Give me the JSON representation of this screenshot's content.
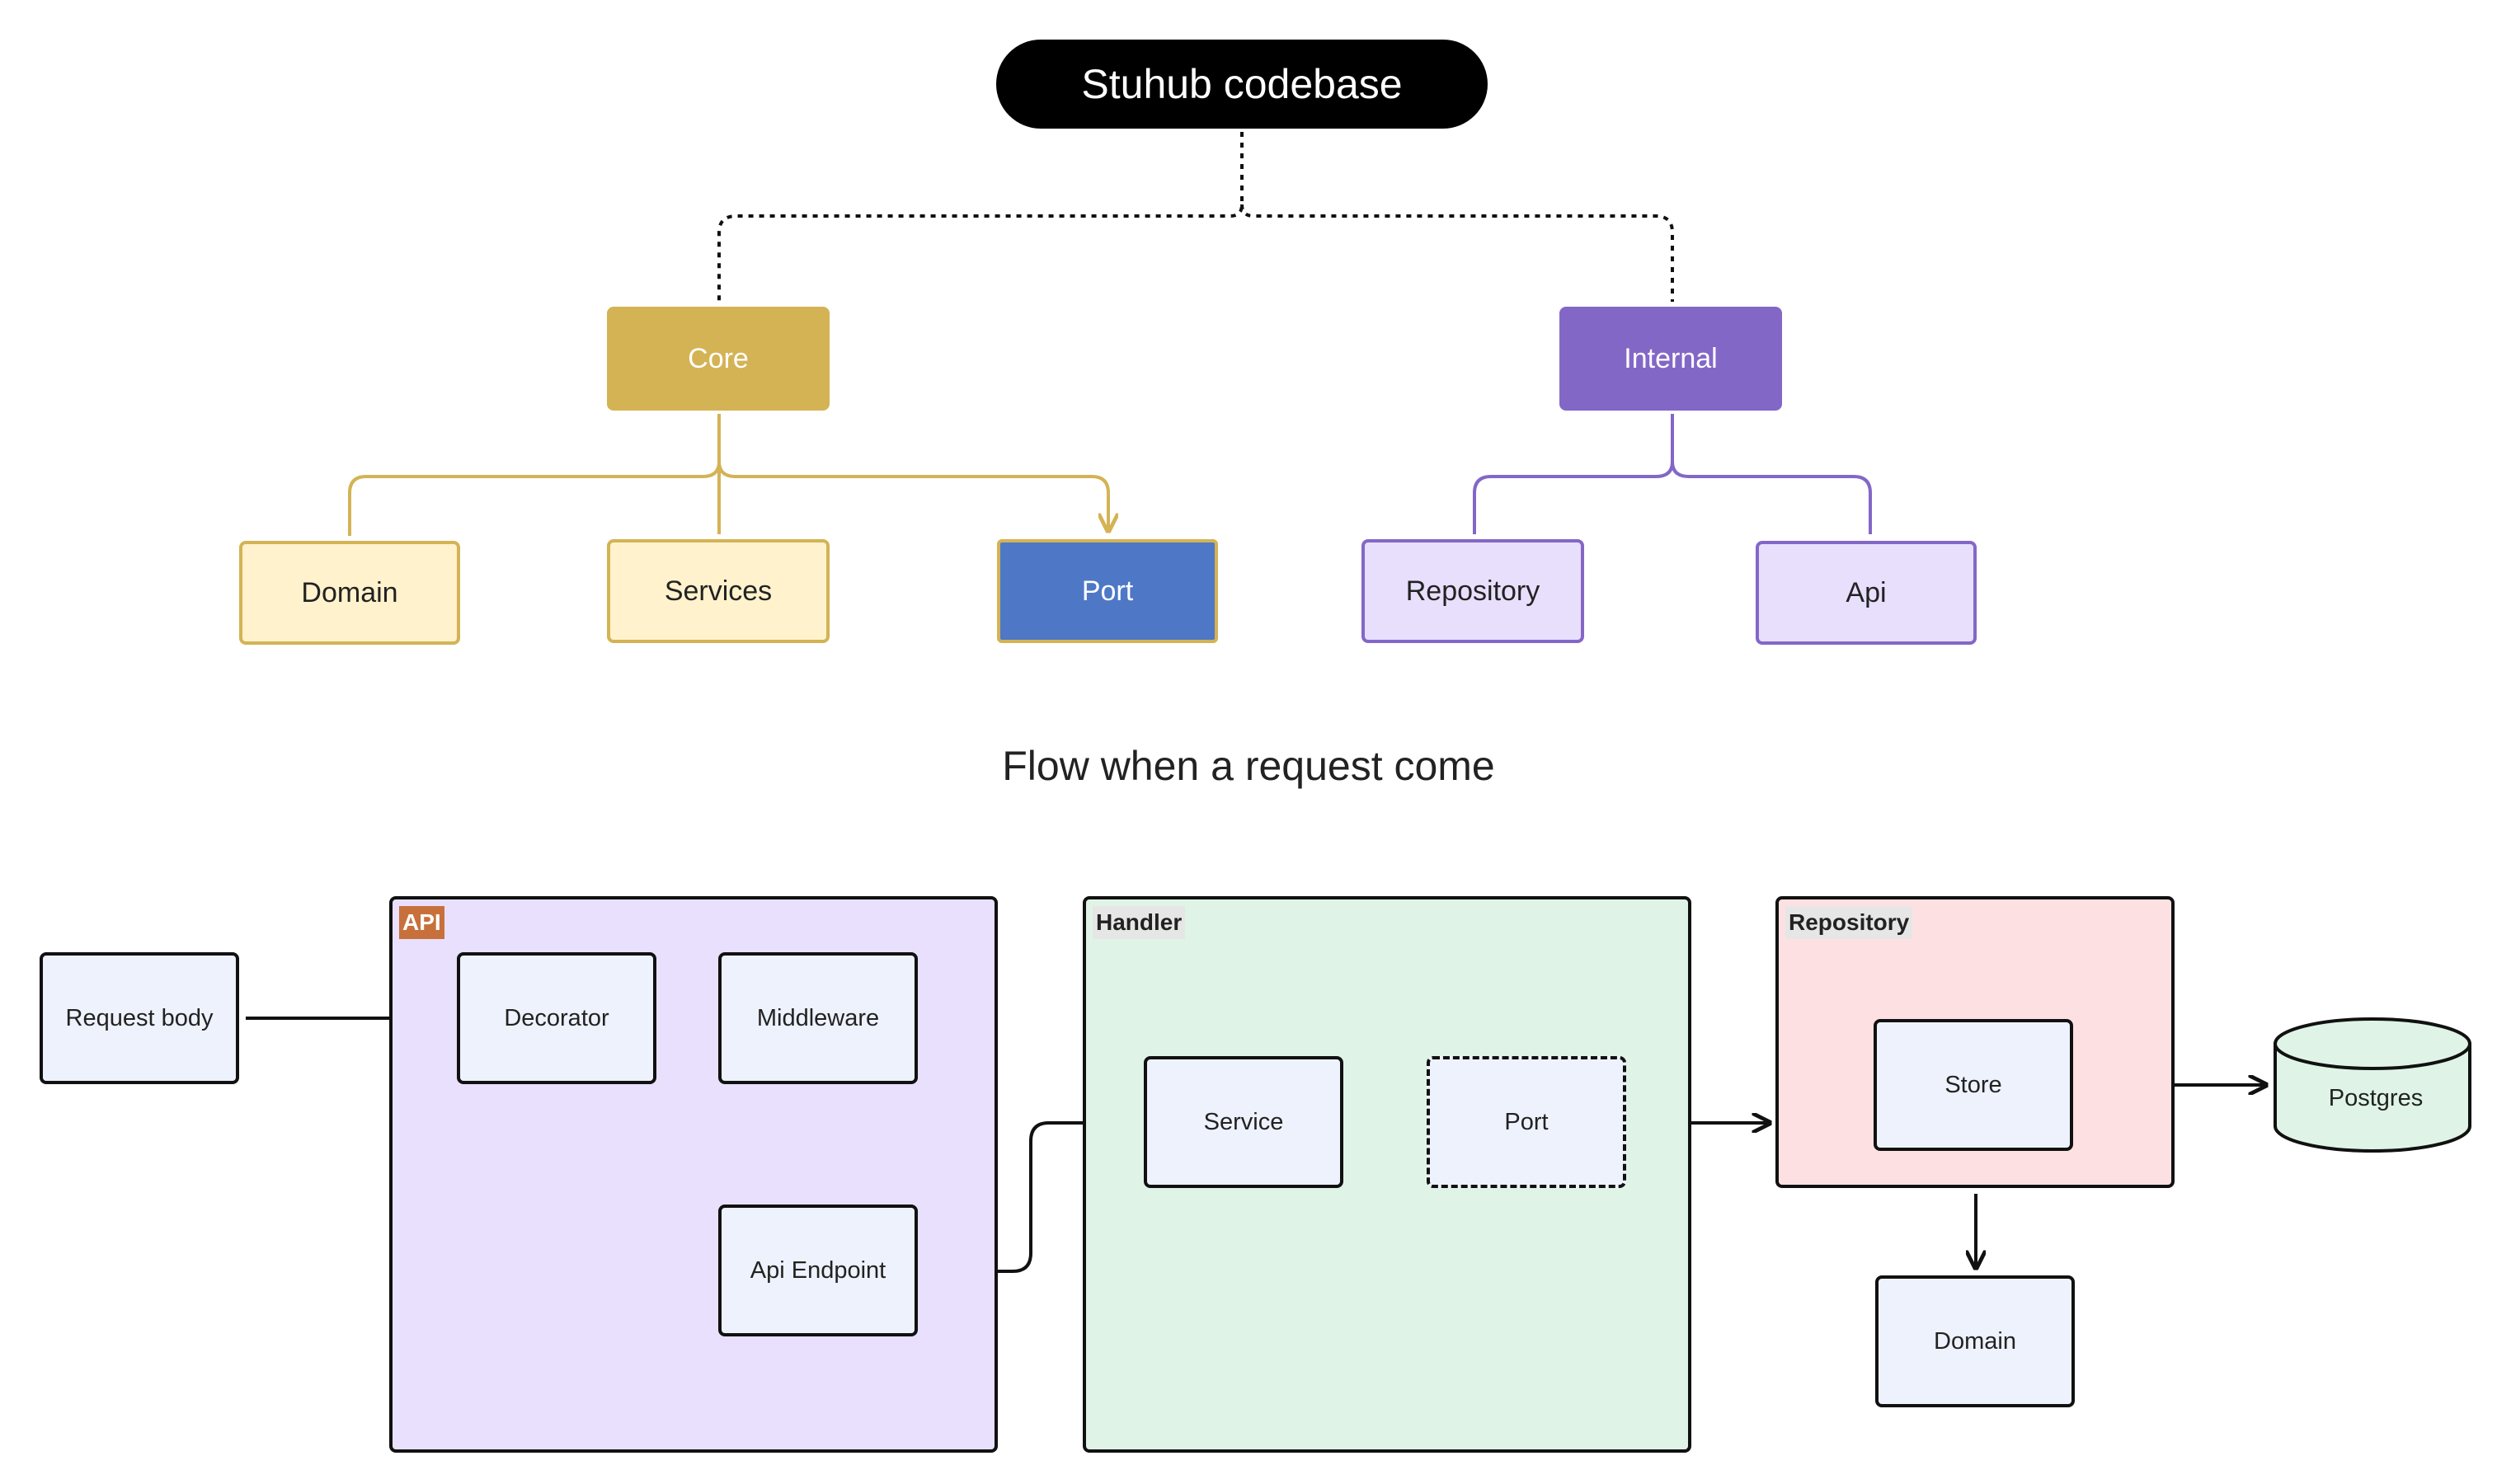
{
  "tree": {
    "root": "Stuhub codebase",
    "core": {
      "label": "Core",
      "children": [
        "Domain",
        "Services",
        "Port"
      ]
    },
    "internal": {
      "label": "Internal",
      "children": [
        "Repository",
        "Api"
      ]
    }
  },
  "flow": {
    "title": "Flow when a request come",
    "request_body": "Request body",
    "api": {
      "tag": "API",
      "decorator": "Decorator",
      "middleware": "Middleware",
      "endpoint": "Api Endpoint"
    },
    "handler": {
      "tag": "Handler",
      "service": "Service",
      "port": "Port"
    },
    "repository": {
      "tag": "Repository",
      "store": "Store"
    },
    "postgres": "Postgres",
    "domain": "Domain"
  },
  "colors": {
    "core": "#d4b355",
    "core_leaf": "#fff2cc",
    "internal": "#8367c7",
    "internal_leaf": "#e8dffc",
    "port_highlight": "#4e78c6",
    "api_bg": "#e8e0fc",
    "handler_bg": "#dff4e6",
    "repository_bg": "#fde1e2",
    "node_bg": "#eef2fc",
    "postgres_bg": "#dff4e6"
  }
}
